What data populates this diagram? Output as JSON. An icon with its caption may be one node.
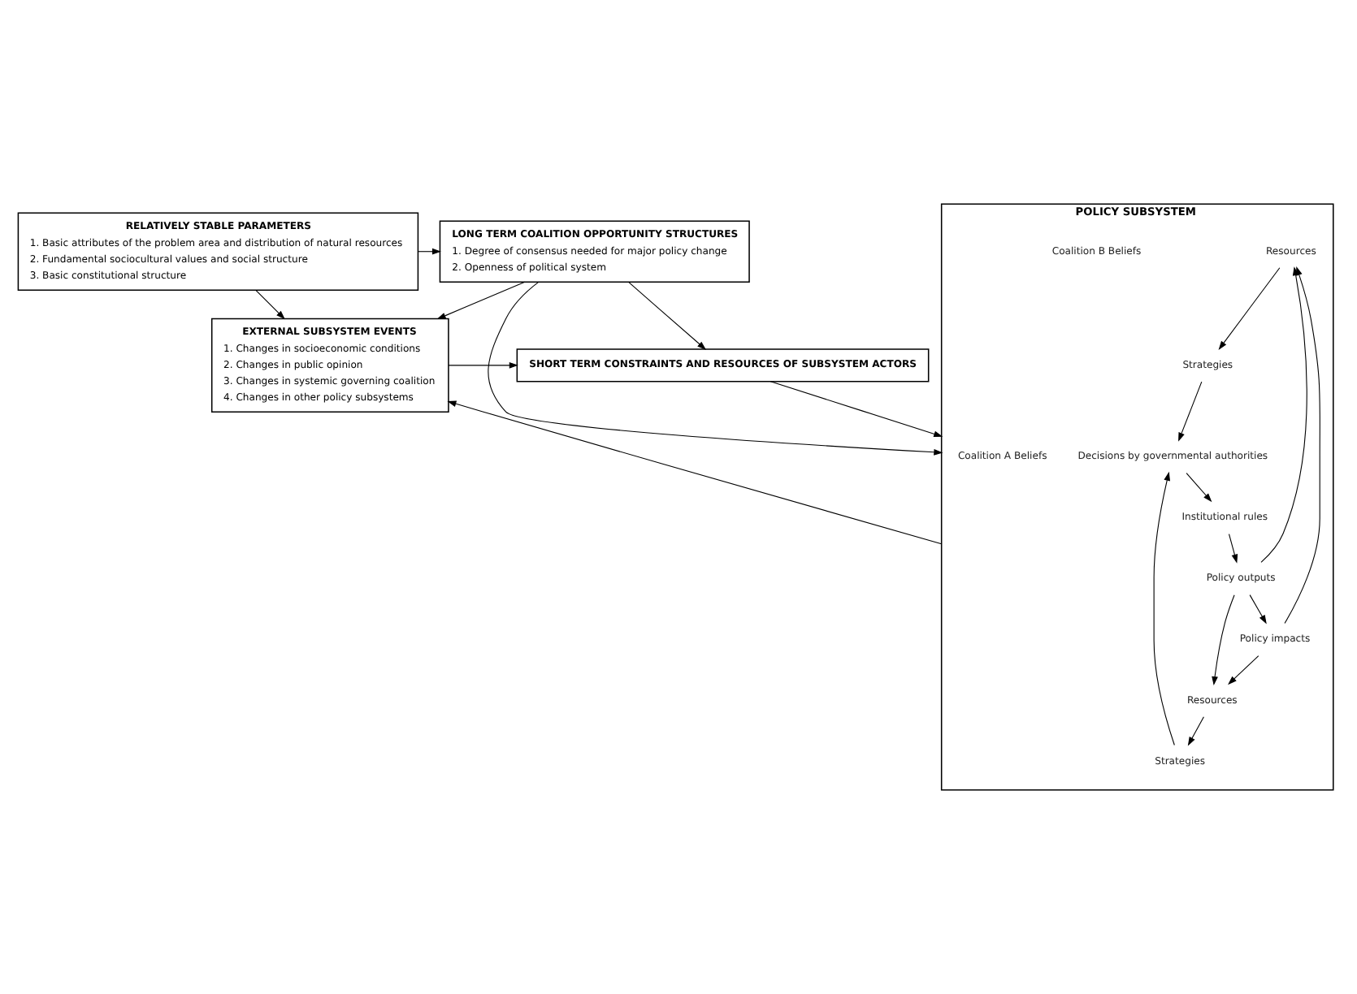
{
  "diagram": {
    "nodes": [
      {
        "text": [
          "RELATIVELY STABLE PARAMETERS",
          "1. Basic attributes of the problem area and distribution of natural resources",
          "2. Fundamental sociocultural values and social structure",
          "3. Basic constitutional structure"
        ]
      },
      {
        "text": [
          "LONG TERM COALITION OPPORTUNITY STRUCTURES",
          "1. Degree of consensus needed for major policy change",
          "2. Openness of political system"
        ]
      },
      {
        "text": [
          "EXTERNAL SUBSYSTEM EVENTS",
          "1. Changes in socioeconomic conditions",
          "2. Changes in public opinion",
          "3. Changes in systemic governing coalition",
          "4. Changes in other policy subsystems"
        ]
      },
      {
        "text": [
          "SHORT TERM CONSTRAINTS AND RESOURCES OF SUBSYSTEM ACTORS"
        ]
      },
      {
        "text": [
          "POLICY SUBSYSTEM"
        ]
      },
      {
        "text": [
          "Coalition A Beliefs"
        ],
        "in": 4
      },
      {
        "text": [
          "Resources"
        ],
        "in": 4
      },
      {
        "text": [
          "Strategies"
        ],
        "in": 4
      },
      {
        "text": [
          "Coalition B Beliefs"
        ],
        "in": 4
      },
      {
        "text": [
          "Resources"
        ],
        "in": 4
      },
      {
        "text": [
          "Strategies"
        ],
        "in": 4
      },
      {
        "text": [
          "Decisions by governmental authorities"
        ],
        "in": 4
      },
      {
        "text": [
          "Institutional rules"
        ],
        "in": 4
      },
      {
        "text": [
          "Policy outputs"
        ],
        "in": 4
      },
      {
        "text": [
          "Policy impacts"
        ],
        "in": 4
      }
    ],
    "edges": [
      {
        "from": 0,
        "to": 1,
        "arrow": "to"
      },
      {
        "from": 0,
        "to": 2,
        "arrow": "to"
      },
      {
        "from": 1,
        "to": 2,
        "arrow": "to"
      },
      {
        "from": 1,
        "to": 3,
        "arrow": "to"
      },
      {
        "from": 1,
        "to": 4,
        "arrow": "to"
      },
      {
        "from": 2,
        "to": 3,
        "arrow": "to"
      },
      {
        "from": 3,
        "to": 4,
        "arrow": "to"
      },
      {
        "from": 6,
        "to": 7,
        "arrow": "to"
      },
      {
        "from": 9,
        "to": 10,
        "arrow": "to"
      },
      {
        "from": 7,
        "to": 11,
        "arrow": "to"
      },
      {
        "from": 10,
        "to": 11,
        "arrow": "to"
      },
      {
        "from": 11,
        "to": 12,
        "arrow": "to"
      },
      {
        "from": 12,
        "to": 13,
        "arrow": "to"
      },
      {
        "from": 13,
        "to": 14,
        "arrow": "to"
      },
      {
        "from": 13,
        "to": 6,
        "arrow": "to"
      },
      {
        "from": 13,
        "to": 9,
        "arrow": "to"
      },
      {
        "from": 14,
        "to": 6,
        "arrow": "to"
      },
      {
        "from": 14,
        "to": 9,
        "arrow": "to"
      },
      {
        "from": 4,
        "to": 2,
        "arrow": "to"
      }
    ]
  }
}
